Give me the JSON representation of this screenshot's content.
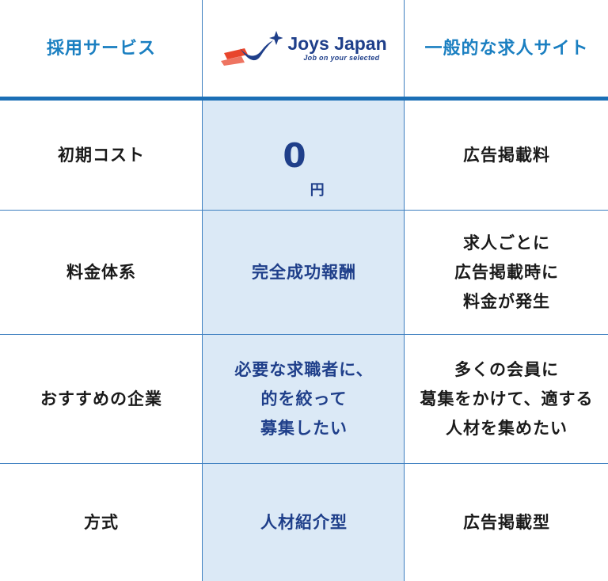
{
  "header": {
    "left": "採用サービス",
    "brand": {
      "name": "Joys Japan",
      "tagline": "Job on your selected"
    },
    "right": "一般的な求人サイト"
  },
  "rows": [
    {
      "label": "初期コスト",
      "joys_value": "0",
      "joys_unit": "円",
      "general": "広告掲載料"
    },
    {
      "label": "料金体系",
      "joys": "完全成功報酬",
      "general": "求人ごとに\n広告掲載時に\n料金が発生"
    },
    {
      "label": "おすすめの企業",
      "joys": "必要な求職者に、\n的を絞って\n募集したい",
      "general": "多くの会員に\n葛集をかけて、適する\n人材を集めたい"
    },
    {
      "label": "方式",
      "joys": "人材紹介型",
      "general": "広告掲載型"
    }
  ],
  "colors": {
    "accent": "#1b6fb6",
    "highlight_bg": "#dbe9f6",
    "brand_navy": "#1f3f8a",
    "logo_red": "#e8452c"
  },
  "icons": {
    "logo": "joys-japan-logo-icon"
  }
}
